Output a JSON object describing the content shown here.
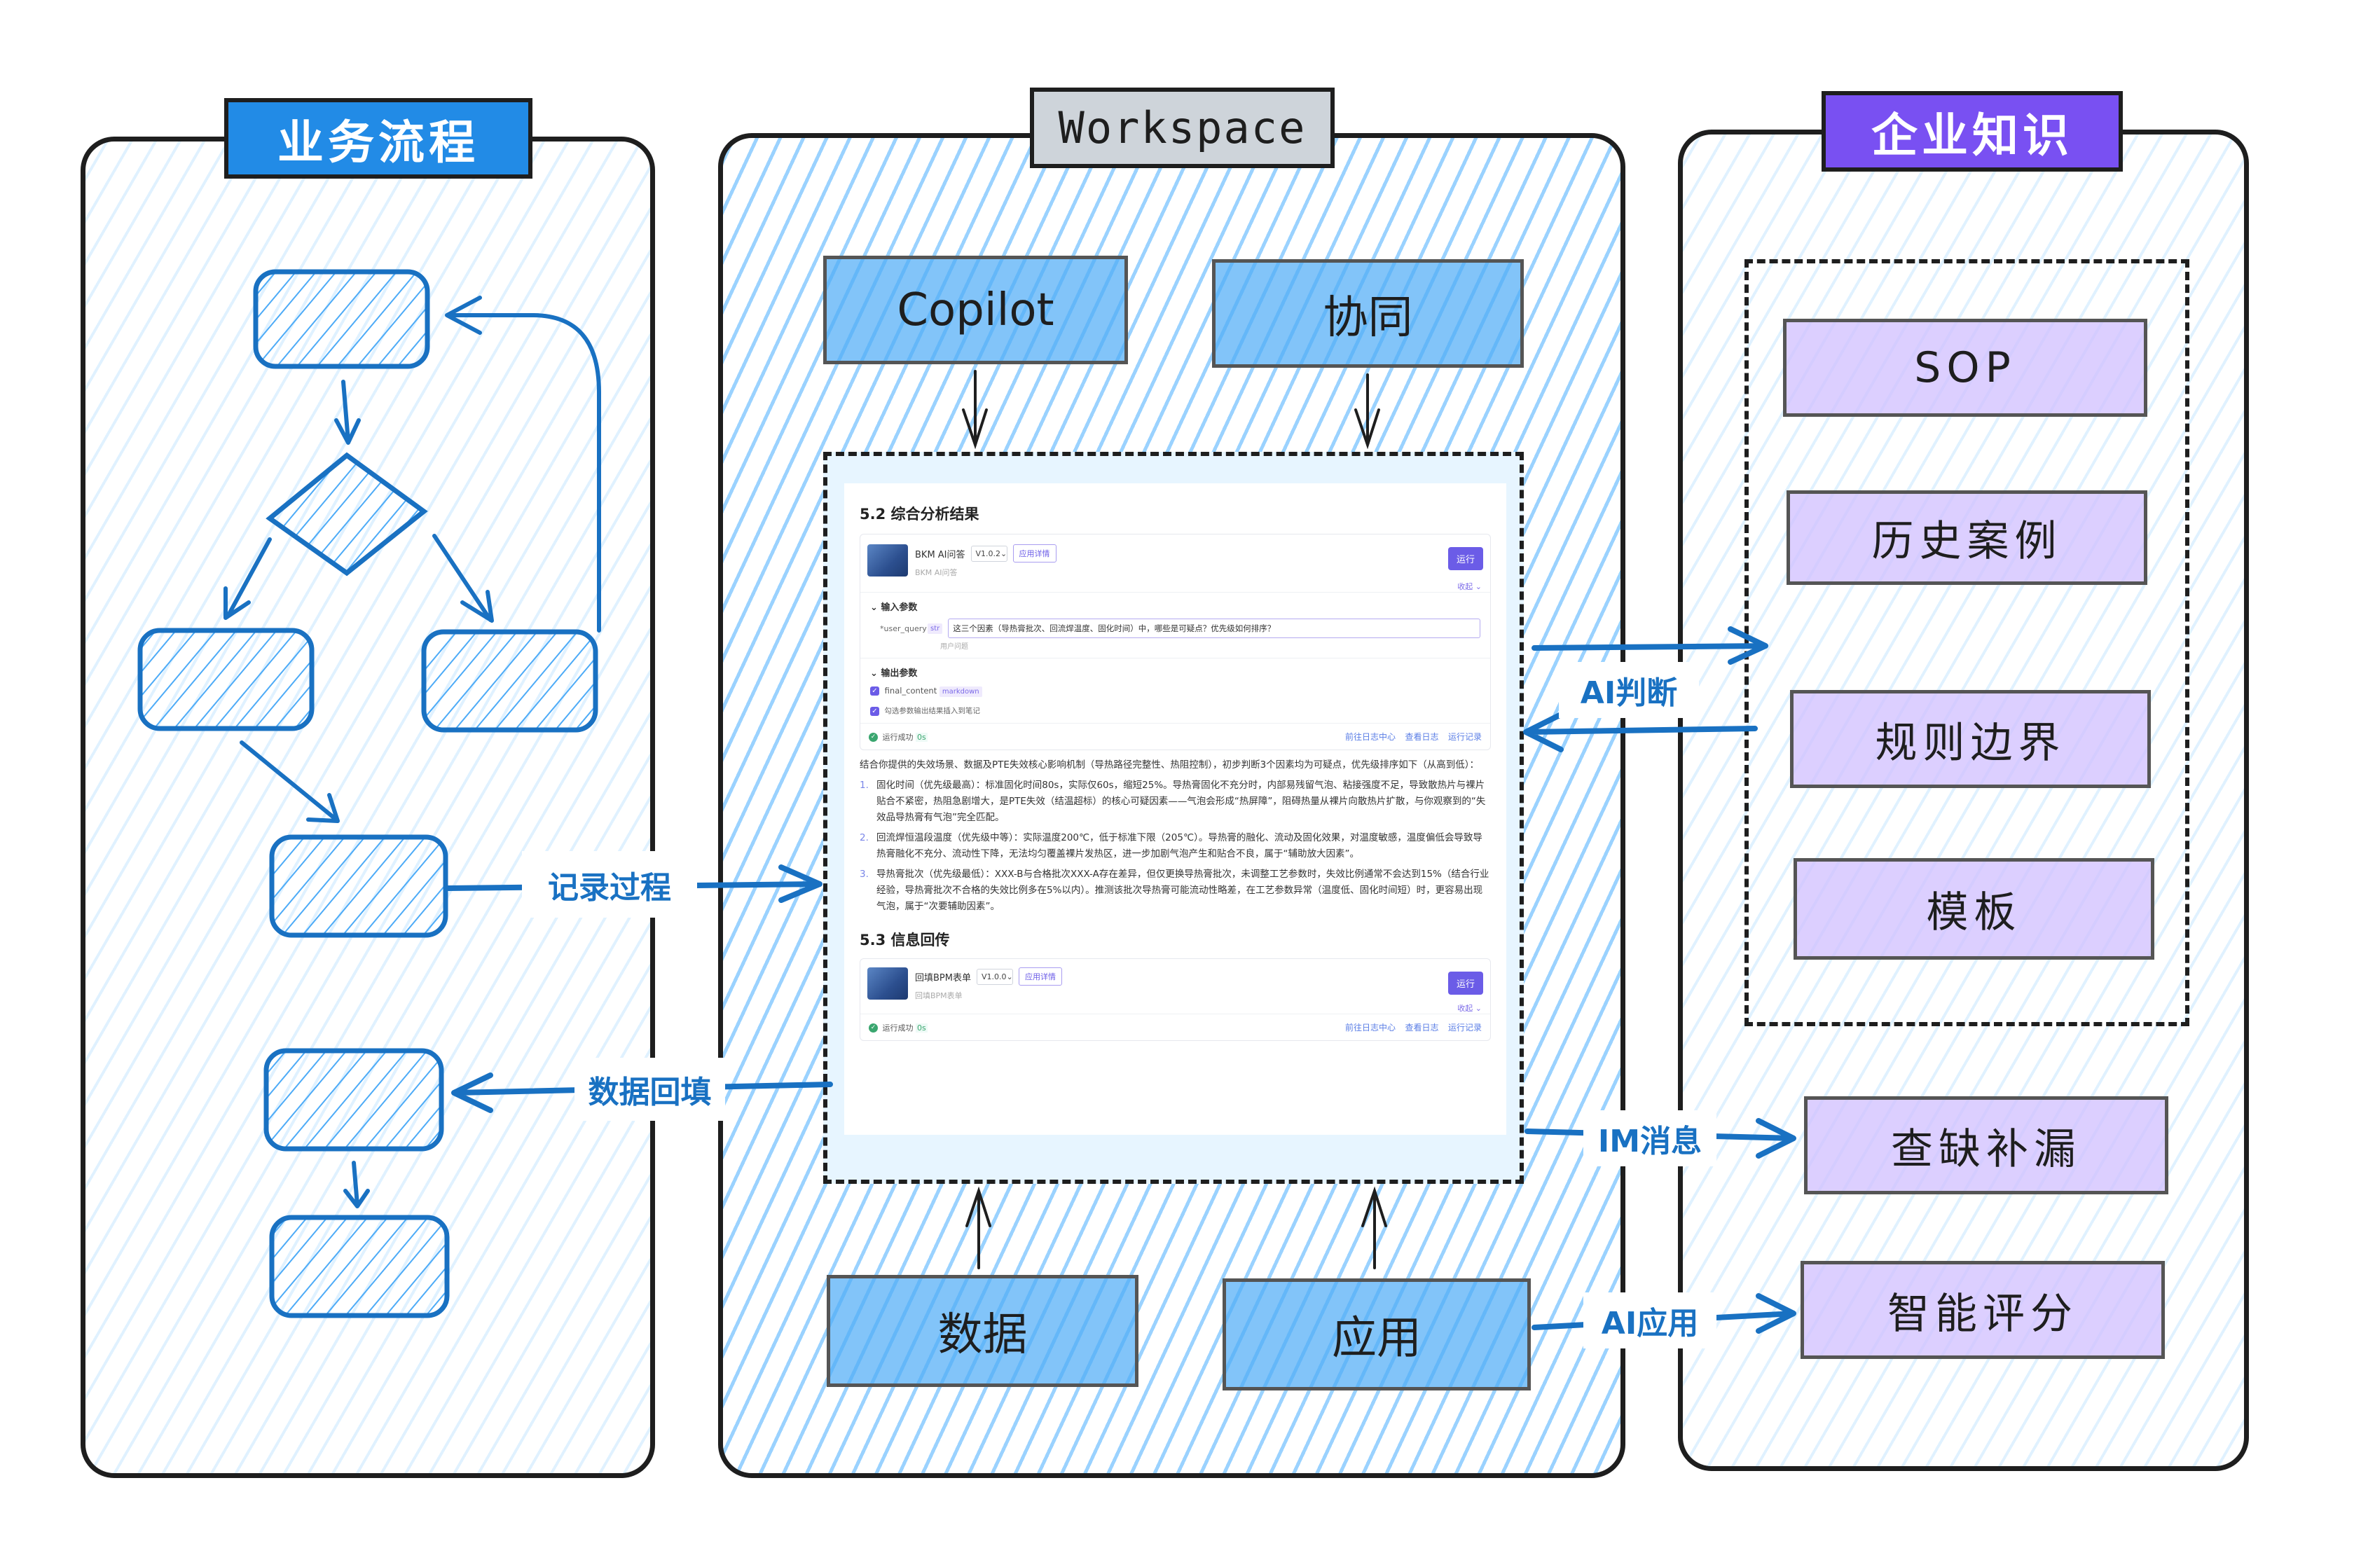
{
  "colors": {
    "process_blue": "#1971c2",
    "tag_blue": "#228be6",
    "tag_gray": "#ced4da",
    "tag_purple": "#7950f2",
    "workspace_box": "#4dabf7",
    "knowledge_box": "#d0bfff",
    "run_button": "#6b5ce7"
  },
  "columns": {
    "process": {
      "title": "业务流程"
    },
    "workspace": {
      "title": "Workspace"
    },
    "knowledge": {
      "title": "企业知识"
    }
  },
  "workspace": {
    "top_boxes": [
      "Copilot",
      "协同"
    ],
    "bottom_boxes": [
      "数据",
      "应用"
    ]
  },
  "knowledge": {
    "group_items": [
      "SOP",
      "历史案例",
      "规则边界",
      "模板"
    ],
    "outputs": [
      "查缺补漏",
      "智能评分"
    ]
  },
  "arrow_labels": {
    "record_process": "记录过程",
    "data_backfill": "数据回填",
    "ai_judgement": "AI判断",
    "im_message": "IM消息",
    "ai_application": "AI应用"
  },
  "screenshot": {
    "section1_title": "5.2 综合分析结果",
    "app1": {
      "name": "BKM AI问答",
      "subtitle": "BKM AI问答",
      "version": "V1.0.2",
      "details_button": "应用详情",
      "run_button": "运行",
      "collapse_label": "收起",
      "input_section": "输入参数",
      "param_name": "*user_query",
      "param_type": "str",
      "param_value": "这三个因素（导热膏批次、回流焊温度、固化时间）中，哪些是可疑点？优先级如何排序？",
      "param_hint": "用户问题",
      "output_section": "输出参数",
      "output_name": "final_content",
      "output_type": "markdown",
      "insert_note_label": "勾选参数输出结果插入到笔记",
      "status": "运行成功",
      "duration": "0s",
      "links": [
        "前往日志中心",
        "查看日志",
        "运行记录"
      ]
    },
    "analysis_intro": "结合你提供的失效场景、数据及PTE失效核心影响机制（导热路径完整性、热阻控制），初步判断3个因素均为可疑点，优先级排序如下（从高到低）：",
    "analysis_items": [
      {
        "num": "1.",
        "text": "固化时间（优先级最高）：标准固化时间80s，实际仅60s，缩短25%。导热膏固化不充分时，内部易残留气泡、粘接强度不足，导致散热片与裸片贴合不紧密，热阻急剧增大，是PTE失效（结温超标）的核心可疑因素——气泡会形成“热屏障”，阻碍热量从裸片向散热片扩散，与你观察到的“失效品导热膏有气泡”完全匹配。"
      },
      {
        "num": "2.",
        "text": "回流焊恒温段温度（优先级中等）：实际温度200℃，低于标准下限（205℃）。导热膏的融化、流动及固化效果，对温度敏感，温度偏低会导致导热膏融化不充分、流动性下降，无法均匀覆盖裸片发热区，进一步加剧气泡产生和贴合不良，属于“辅助放大因素”。"
      },
      {
        "num": "3.",
        "text": "导热膏批次（优先级最低）：XXX-B与合格批次XXX-A存在差异，但仅更换导热膏批次，未调整工艺参数时，失效比例通常不会达到15%（结合行业经验，导热膏批次不合格的失效比例多在5%以内）。推测该批次导热膏可能流动性略差，在工艺参数异常（温度低、固化时间短）时，更容易出现气泡，属于“次要辅助因素”。"
      }
    ],
    "section2_title": "5.3 信息回传",
    "app2": {
      "name": "回填BPM表单",
      "subtitle": "回填BPM表单",
      "version": "V1.0.0",
      "details_button": "应用详情",
      "run_button": "运行",
      "collapse_label": "收起",
      "status": "运行成功",
      "duration": "0s",
      "links": [
        "前往日志中心",
        "查看日志",
        "运行记录"
      ]
    }
  }
}
